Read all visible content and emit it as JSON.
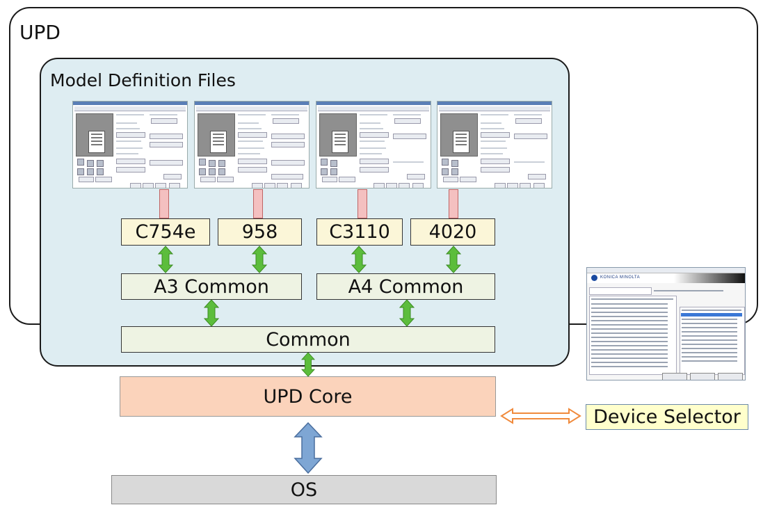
{
  "upd": {
    "label": "UPD"
  },
  "model_definition_files": {
    "label": "Model Definition Files"
  },
  "models": [
    {
      "label": "C754e"
    },
    {
      "label": "958"
    },
    {
      "label": "C3110"
    },
    {
      "label": "4020"
    }
  ],
  "commons": {
    "a3": "A3 Common",
    "a4": "A4 Common",
    "base": "Common"
  },
  "core": {
    "label": "UPD Core"
  },
  "os": {
    "label": "OS"
  },
  "device_selector": {
    "label": "Device Selector"
  },
  "colors": {
    "mdf_background": "#deedf2",
    "model_box": "#fbf6d8",
    "common_box": "#eef3e3",
    "core_box": "#fbd3bb",
    "os_box": "#d9d9d9",
    "device_selector_box": "#ffffcc",
    "green_arrow": "#5cbd3c",
    "blue_arrow": "#7ea6d4",
    "orange_arrow": "#f5a66b"
  }
}
